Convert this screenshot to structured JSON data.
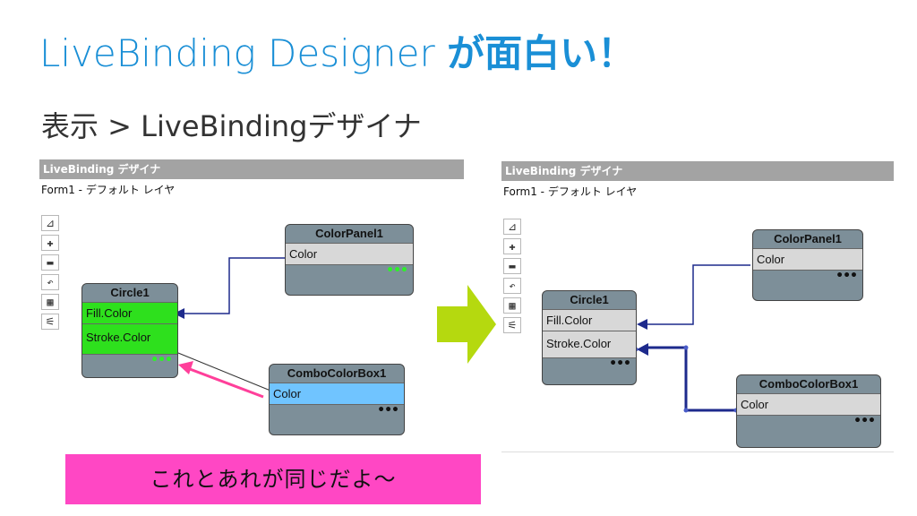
{
  "slide": {
    "title_prefix": "LiveBinding Designer ",
    "title_suffix": "が面白い！",
    "subtitle": "表示 > LiveBindingデザイナ",
    "callout": "これとあれが同じだよ～"
  },
  "left_panel": {
    "header": "LiveBinding デザイナ",
    "form_label": "Form1  - デフォルト レイヤ",
    "nodes": {
      "circle": {
        "title": "Circle1",
        "rows": [
          "Fill.Color",
          "Stroke.Color"
        ],
        "more": "•••"
      },
      "colorpanel": {
        "title": "ColorPanel1",
        "rows": [
          "Color"
        ],
        "more": "•••"
      },
      "combobox": {
        "title": "ComboColorBox1",
        "rows": [
          "Color"
        ],
        "more": "•••"
      }
    }
  },
  "right_panel": {
    "header": "LiveBinding デザイナ",
    "form_label": "Form1  - デフォルト レイヤ",
    "nodes": {
      "circle": {
        "title": "Circle1",
        "rows": [
          "Fill.Color",
          "Stroke.Color"
        ],
        "more": "•••"
      },
      "colorpanel": {
        "title": "ColorPanel1",
        "rows": [
          "Color"
        ],
        "more": "•••"
      },
      "combobox": {
        "title": "ComboColorBox1",
        "rows": [
          "Color"
        ],
        "more": "•••"
      }
    }
  },
  "toolbar_icons": [
    "grid-diagonal-icon",
    "zoom-in-icon",
    "zoom-out-icon",
    "undo-icon",
    "layout-grid-icon",
    "magic-wand-icon"
  ],
  "colors": {
    "title_blue": "#1a8fd6",
    "selected_green": "#2ee01d",
    "selected_blue": "#70c4ff",
    "node_gray": "#7d8f99",
    "wire_blue": "#1d2a8c",
    "arrow_lime": "#b5d90f",
    "callout_pink": "#ff47c4",
    "pointer_pink": "#ff3f9a"
  }
}
